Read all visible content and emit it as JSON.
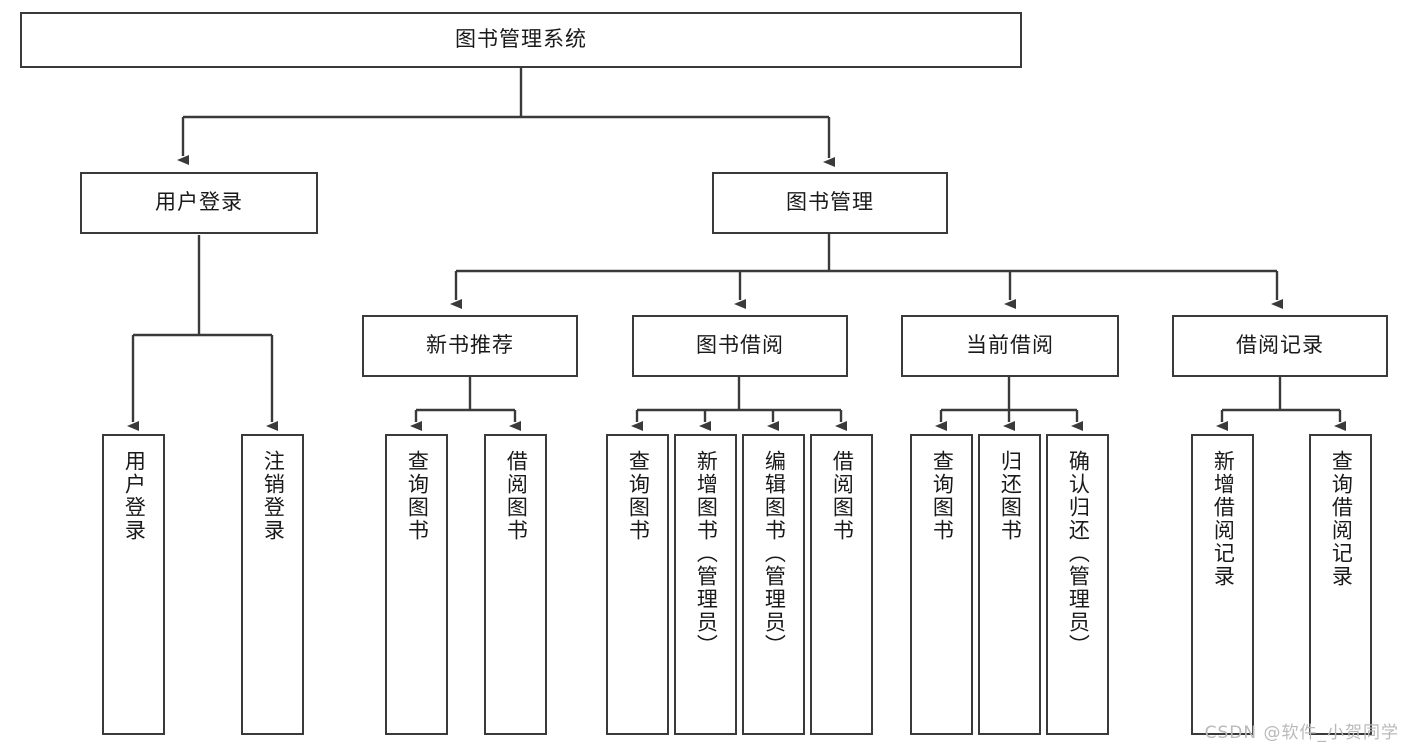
{
  "diagram": {
    "type": "tree-hierarchy",
    "title": "图书管理系统",
    "orientation": "top-down",
    "style": {
      "background": "#ffffff",
      "line_color": "#3a3a3a",
      "box_fill": "#ffffff",
      "box_border": "#3a3a3a",
      "text_color": "#1a1a1a"
    }
  },
  "root": {
    "label": "图书管理系统"
  },
  "level2": [
    {
      "label": "用户登录"
    },
    {
      "label": "图书管理"
    }
  ],
  "level3": [
    {
      "label": "新书推荐"
    },
    {
      "label": "图书借阅"
    },
    {
      "label": "当前借阅"
    },
    {
      "label": "借阅记录"
    }
  ],
  "leaves": {
    "user_login": [
      {
        "label": "用户登录"
      },
      {
        "label": "注销登录"
      }
    ],
    "new_book_recommend": [
      {
        "label": "查询图书"
      },
      {
        "label": "借阅图书"
      }
    ],
    "book_borrow": [
      {
        "label": "查询图书"
      },
      {
        "label": "新增图书（管理员）"
      },
      {
        "label": "编辑图书（管理员）"
      },
      {
        "label": "借阅图书"
      }
    ],
    "current_borrow": [
      {
        "label": "查询图书"
      },
      {
        "label": "归还图书"
      },
      {
        "label": "确认归还（管理员）"
      }
    ],
    "borrow_record": [
      {
        "label": "新增借阅记录"
      },
      {
        "label": "查询借阅记录"
      }
    ]
  },
  "watermark": {
    "text": "CSDN @软件_小贺同学"
  }
}
